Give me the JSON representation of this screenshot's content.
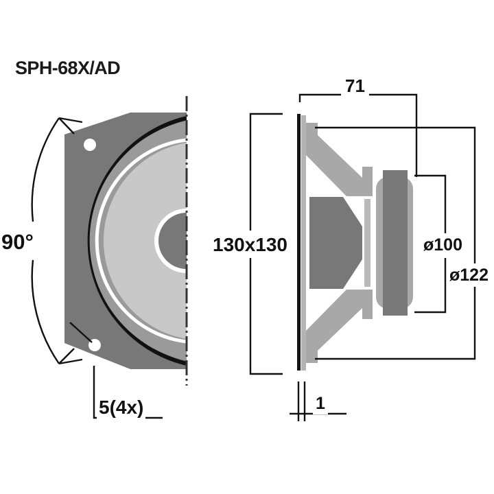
{
  "drawing": {
    "title": "SPH-68X/AD",
    "type": "technical-dimension-drawing",
    "subject": "loudspeaker-driver",
    "views": [
      {
        "name": "front-view-half",
        "position": "left"
      },
      {
        "name": "side-section-view",
        "position": "right"
      }
    ],
    "dimensions": {
      "coverage_angle": "90°",
      "mounting_hole": "5(4x)",
      "depth": "71",
      "frame_square": "130x130",
      "cutout_diameter": "ø100",
      "flange_diameter": "ø122",
      "flange_thickness": "1"
    },
    "colors": {
      "frame_dark": "#787878",
      "surround_mid": "#9a9a9a",
      "cone_light": "#c8c8c8",
      "basket_light": "#a8a8a8",
      "magnet_dark": "#787878",
      "outline_black": "#111111",
      "paper_white": "#ffffff"
    }
  }
}
